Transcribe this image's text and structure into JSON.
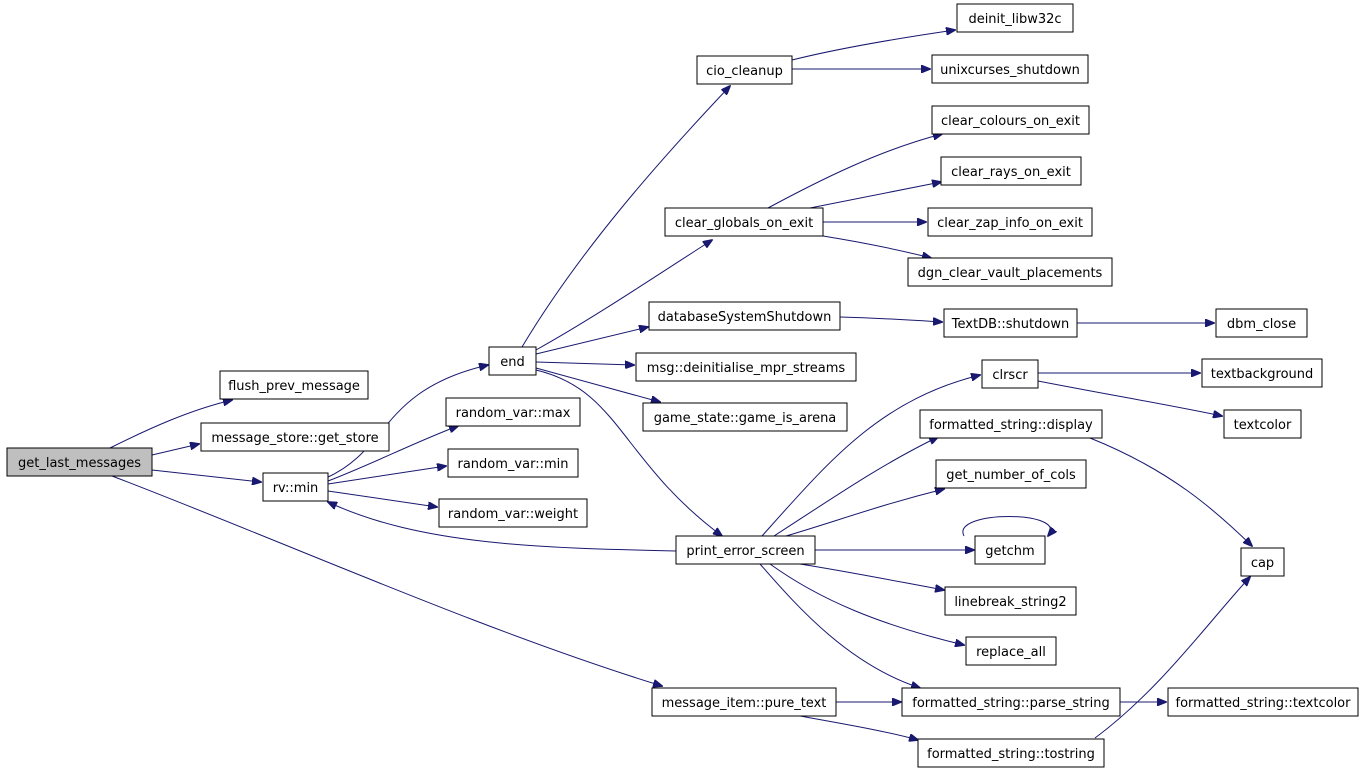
{
  "edge_color": "#191970",
  "root_fill": "#bfbfbf",
  "nodes": {
    "get_last_messages": "get_last_messages",
    "flush_prev_message": "flush_prev_message",
    "get_store": "message_store::get_store",
    "rv_min": "rv::min",
    "pure_text": "message_item::pure_text",
    "end": "end",
    "random_var_max": "random_var::max",
    "random_var_min": "random_var::min",
    "random_var_weight": "random_var::weight",
    "cio_cleanup": "cio_cleanup",
    "clear_globals_on_exit": "clear_globals_on_exit",
    "databaseSystemShutdown": "databaseSystemShutdown",
    "deinitialise_mpr_streams": "msg::deinitialise_mpr_streams",
    "game_is_arena": "game_state::game_is_arena",
    "print_error_screen": "print_error_screen",
    "deinit_libw32c": "deinit_libw32c",
    "unixcurses_shutdown": "unixcurses_shutdown",
    "clear_colours_on_exit": "clear_colours_on_exit",
    "clear_rays_on_exit": "clear_rays_on_exit",
    "clear_zap_info_on_exit": "clear_zap_info_on_exit",
    "dgn_clear_vault_placements": "dgn_clear_vault_placements",
    "textdb_shutdown": "TextDB::shutdown",
    "clrscr": "clrscr",
    "fs_display": "formatted_string::display",
    "get_number_of_cols": "get_number_of_cols",
    "getchm": "getchm",
    "linebreak_string2": "linebreak_string2",
    "replace_all": "replace_all",
    "fs_parse_string": "formatted_string::parse_string",
    "fs_tostring": "formatted_string::tostring",
    "dbm_close": "dbm_close",
    "textbackground": "textbackground",
    "textcolor": "textcolor",
    "cap": "cap",
    "fs_textcolor": "formatted_string::textcolor"
  }
}
